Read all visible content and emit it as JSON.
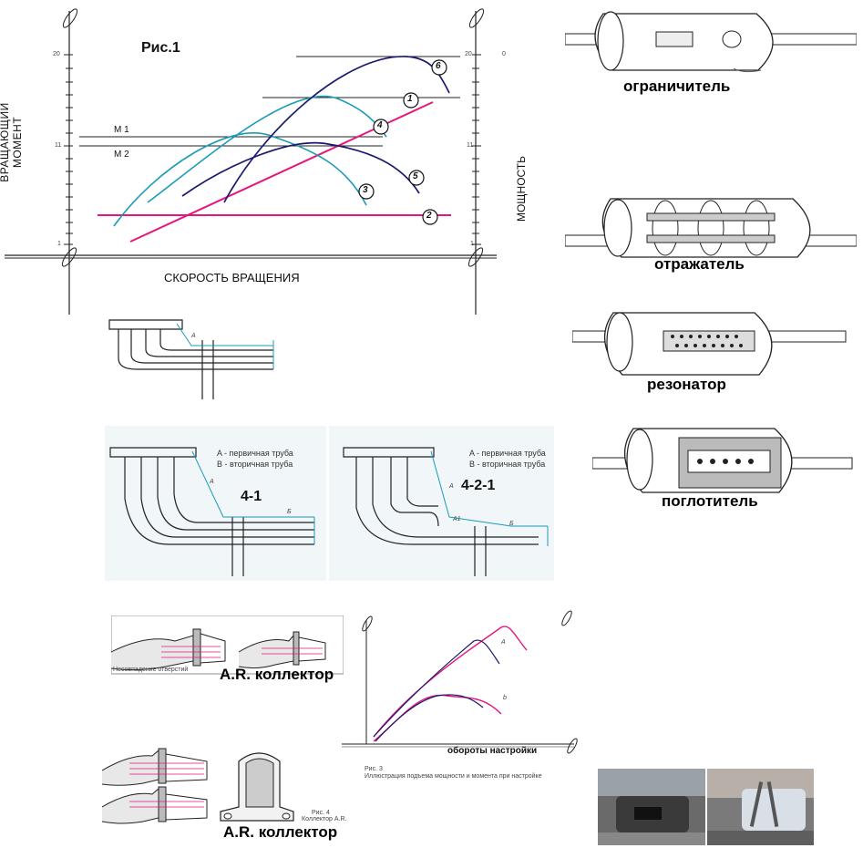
{
  "fig1": {
    "title": "Рис.1",
    "y_label_left": "ВРАЩАЮЩИЙ МОМЕНТ",
    "y_label_right": "МОЩНОСТЬ",
    "x_label": "СКОРОСТЬ ВРАЩЕНИЯ",
    "ticks_left": [
      "20",
      "11",
      "1"
    ],
    "ticks_right": [
      "20",
      "11",
      "1"
    ],
    "tick_right_top": "0",
    "m1": "М 1",
    "m2": "М 2",
    "curve_markers": [
      "1",
      "2",
      "3",
      "4",
      "5",
      "6"
    ]
  },
  "muffler_types": {
    "restrictor": "ограничитель",
    "reflector": "отражатель",
    "resonator": "резонатор",
    "absorber": "поглотитель"
  },
  "header_small": {
    "label_a": "A"
  },
  "header_41": {
    "title": "4-1",
    "legend_a": "A  -  первичная  труба",
    "legend_b": "B  -  вторичная  труба",
    "label_a": "A",
    "label_b": "Б"
  },
  "header_421": {
    "title": "4-2-1",
    "legend_a": "A  -  первичная  труба",
    "legend_b": "B  -  вторичная  труба",
    "label_a": "A",
    "label_a1": "A1",
    "label_b": "Б"
  },
  "ar_top": {
    "caption": "Несовпадение отверстий",
    "title": "A.R. коллектор"
  },
  "fig3": {
    "x_label": "обороты  настройки",
    "caption_1": "Рис. 3",
    "caption_2": "Иллюстрация подъема мощности и момента при настройке",
    "series_a": "A",
    "series_b": "b"
  },
  "ar_bottom": {
    "title": "A.R. коллектор",
    "caption_1": "Рис. 4",
    "caption_2": "Коллектор A.R."
  },
  "colors": {
    "magenta": "#e5177b",
    "navy": "#1a1a6e",
    "cyan": "#1a9bb8",
    "ink": "#222222"
  }
}
